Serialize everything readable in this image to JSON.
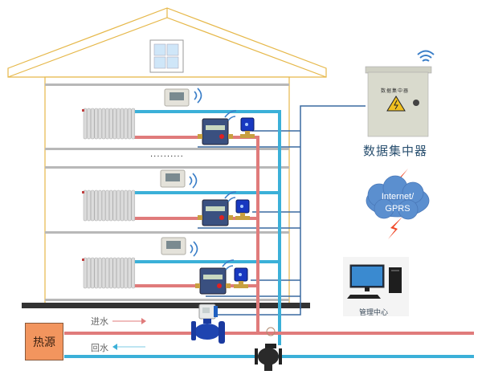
{
  "title": "Household heat metering and remote monitoring system diagram",
  "colors": {
    "supply_pipe": "#e07b7b",
    "return_pipe": "#3bb0d8",
    "signal_line": "#3a6aa0",
    "roof_outline": "#e6b84a",
    "heat_source": "#f2955e",
    "cloud": "#5b8fcf",
    "lightning": "#f04a2a"
  },
  "building": {
    "floors": [
      {
        "name": "floor-1",
        "devices": [
          "radiator",
          "thermostat-panel",
          "heat-meter",
          "control-valve"
        ]
      },
      {
        "name": "floor-2",
        "devices": [
          "radiator",
          "thermostat-panel",
          "heat-meter",
          "control-valve"
        ]
      },
      {
        "name": "floor-3",
        "devices": [
          "radiator",
          "thermostat-panel",
          "heat-meter",
          "control-valve"
        ]
      }
    ],
    "ellipsis": "··········"
  },
  "concentrator": {
    "label": "数据集中器",
    "box_text": "数据集中器",
    "icon": "wifi-icon"
  },
  "network": {
    "cloud_text_line1": "Internet/",
    "cloud_text_line2": "GPRS"
  },
  "management": {
    "label": "管理中心",
    "icon": "computer-icon"
  },
  "heat_source": {
    "label": "热源"
  },
  "flow": {
    "supply_label": "进水",
    "return_label": "回水"
  }
}
